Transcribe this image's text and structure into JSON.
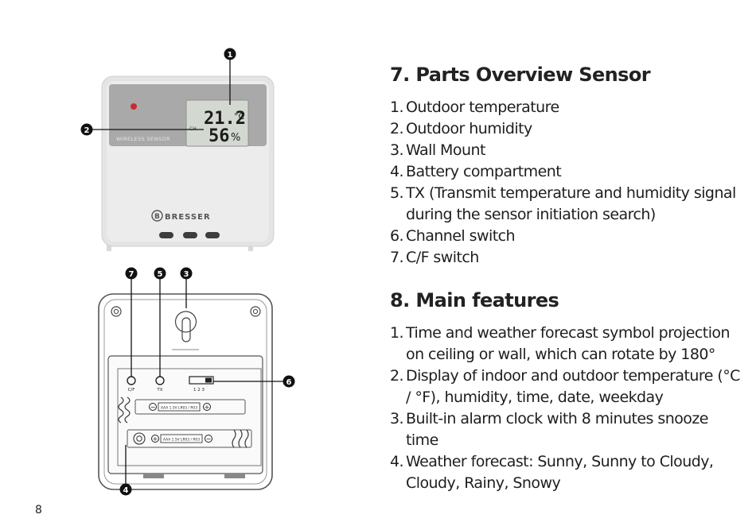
{
  "figure": {
    "callouts": [
      "1",
      "2",
      "3",
      "4",
      "5",
      "6",
      "7"
    ],
    "lcd_temp": "21.2",
    "lcd_temp_unit": "°C",
    "lcd_humidity": "56",
    "lcd_humidity_unit": "%",
    "lcd_side_label": "CH",
    "wireless_label": "WIRELESS SENSOR",
    "brand": "BRESSER",
    "cf_label": "C/F",
    "tx_label": "TX",
    "channel_label": "1 2 3",
    "battery_label": "AAA 1.5V LR03 / R03",
    "plus": "+",
    "minus": "−"
  },
  "sections": [
    {
      "title": "7. Parts Overview Sensor",
      "items": [
        {
          "num": "1.",
          "text": "Outdoor temperature"
        },
        {
          "num": "2.",
          "text": "Outdoor humidity"
        },
        {
          "num": "3.",
          "text": "Wall Mount"
        },
        {
          "num": "4.",
          "text": "Battery compartment"
        },
        {
          "num": "5.",
          "text": "TX (Transmit temperature and humidity signal during the sensor initiation search)"
        },
        {
          "num": "6.",
          "text": "Channel switch"
        },
        {
          "num": "7.",
          "text": "C/F switch"
        }
      ]
    },
    {
      "title": "8. Main features",
      "items": [
        {
          "num": "1.",
          "text": "Time and weather forecast symbol projection on ceiling or wall, which can rotate by 180°"
        },
        {
          "num": "2.",
          "text": "Display of indoor and outdoor temperature (°C / °F), humidity, time, date, weekday"
        },
        {
          "num": "3.",
          "text": "Built-in alarm clock with 8 minutes snooze time"
        },
        {
          "num": "4.",
          "text": "Weather forecast: Sunny, Sunny to Cloudy, Cloudy, Rainy, Snowy"
        }
      ]
    }
  ],
  "page_number": "8"
}
